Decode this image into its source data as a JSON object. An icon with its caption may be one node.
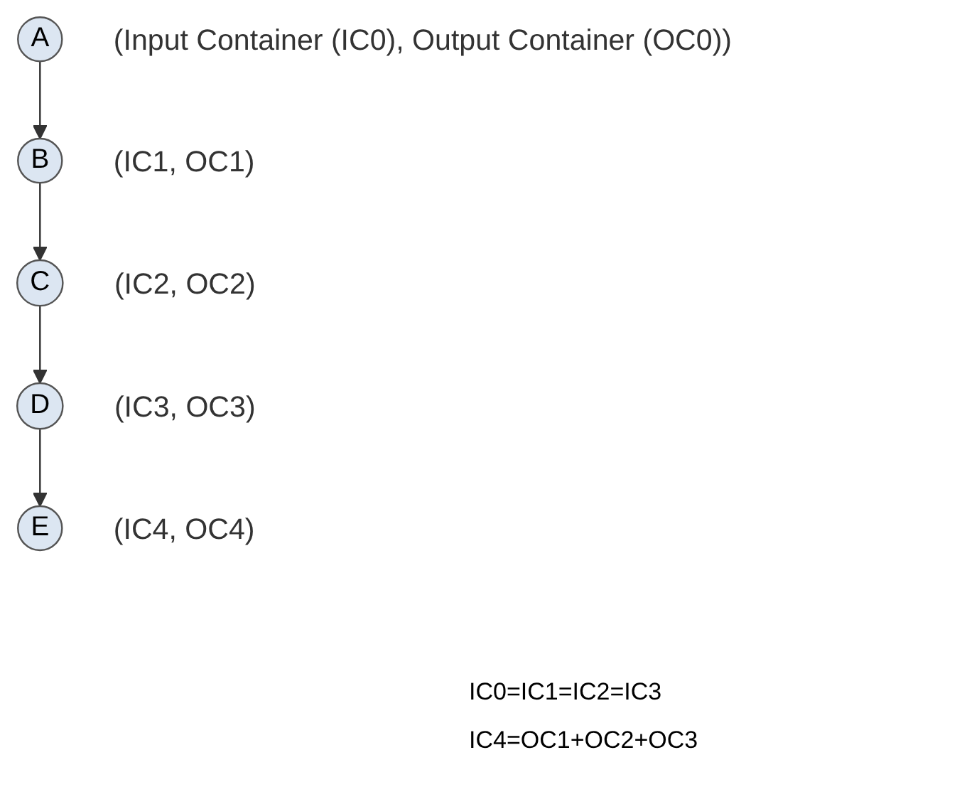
{
  "diagram": {
    "nodes": [
      {
        "text": [
          "A"
        ],
        "beside": [
          "(Input Container (IC0), Output Container (OC0))"
        ]
      },
      {
        "text": [
          "B"
        ],
        "beside": [
          "(IC1, OC1)"
        ]
      },
      {
        "text": [
          "C"
        ],
        "beside": [
          "(IC2, OC2)"
        ]
      },
      {
        "text": [
          "D"
        ],
        "beside": [
          "(IC3, OC3)"
        ]
      },
      {
        "text": [
          "E"
        ],
        "beside": [
          "(IC4, OC4)"
        ]
      }
    ],
    "edges": [
      {
        "from": 0,
        "to": 1,
        "arrow": "to"
      },
      {
        "from": 1,
        "to": 2,
        "arrow": "to"
      },
      {
        "from": 2,
        "to": 3,
        "arrow": "to"
      },
      {
        "from": 3,
        "to": 4,
        "arrow": "to"
      }
    ],
    "labels": [
      "IC0=IC1=IC2=IC3",
      "IC4=OC1+OC2+OC3"
    ]
  }
}
